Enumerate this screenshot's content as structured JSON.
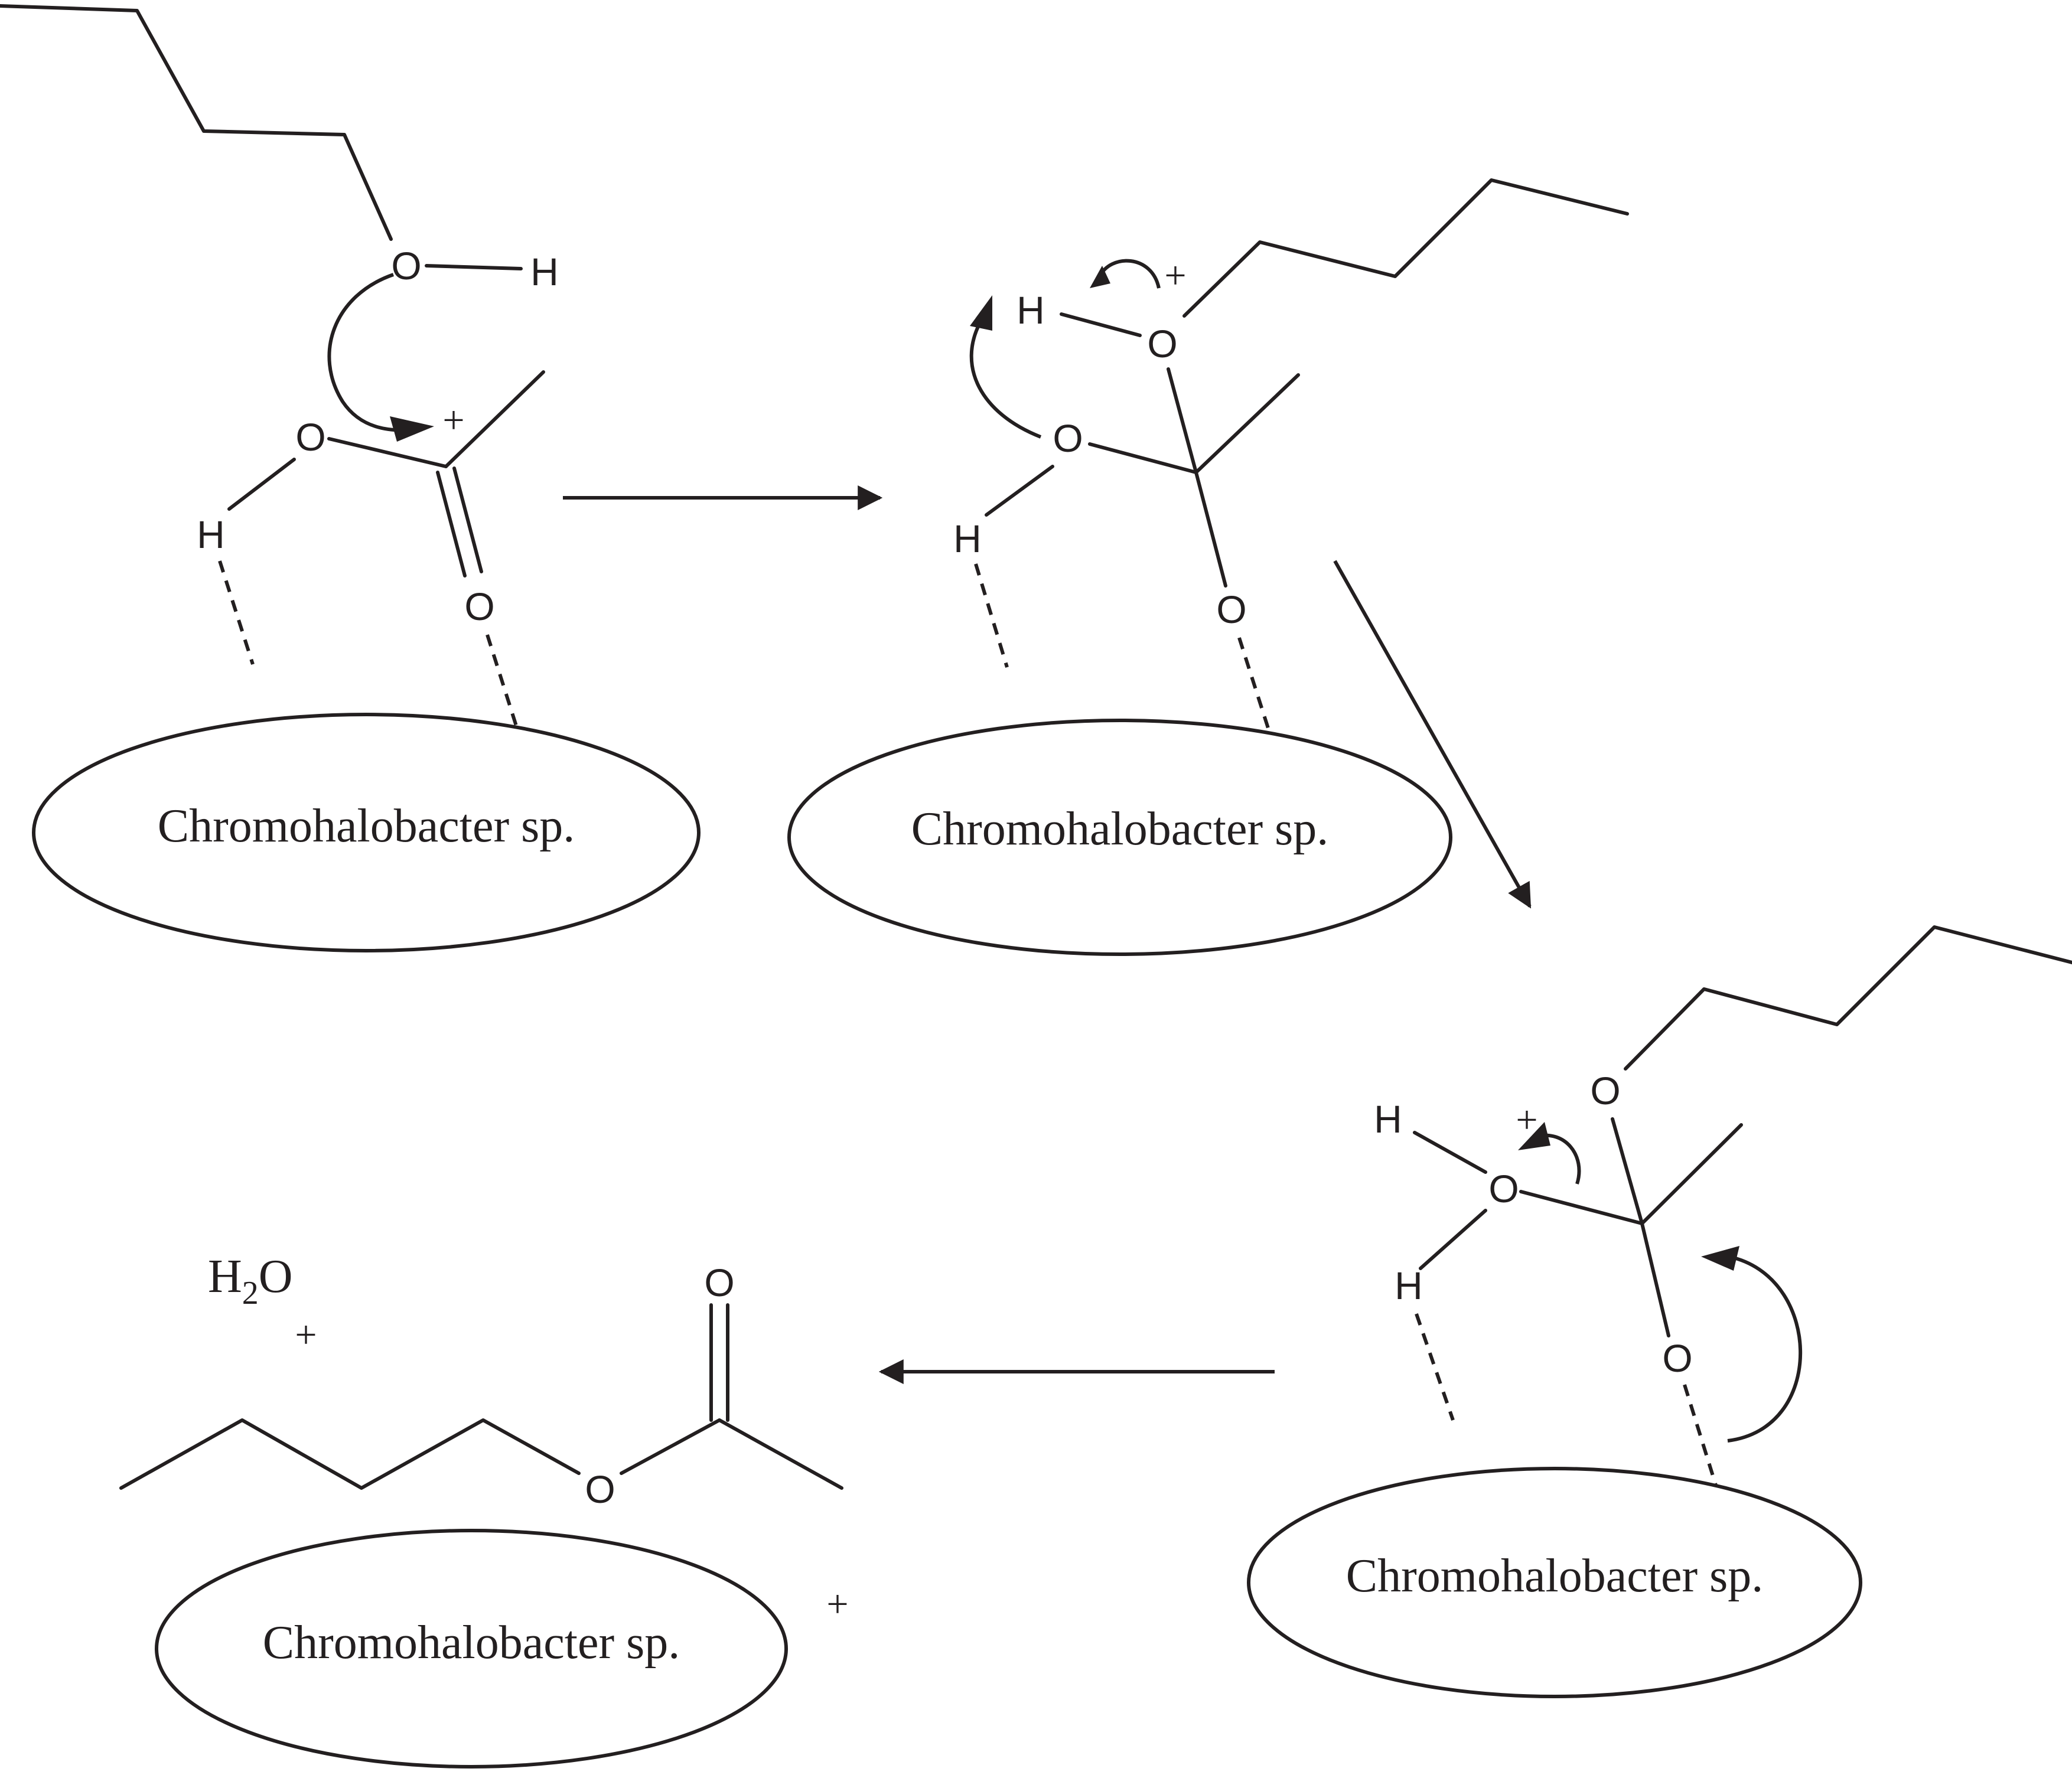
{
  "organism_label": "Chromohalobacter sp.",
  "atoms": {
    "oxygen": "O",
    "hydrogen": "H"
  },
  "charge_symbol": "+",
  "plus_sign": "+",
  "water": {
    "main": "H",
    "subscript": "2",
    "tail": "O"
  },
  "colors": {
    "ink": "#231f20",
    "background": "#ffffff"
  }
}
